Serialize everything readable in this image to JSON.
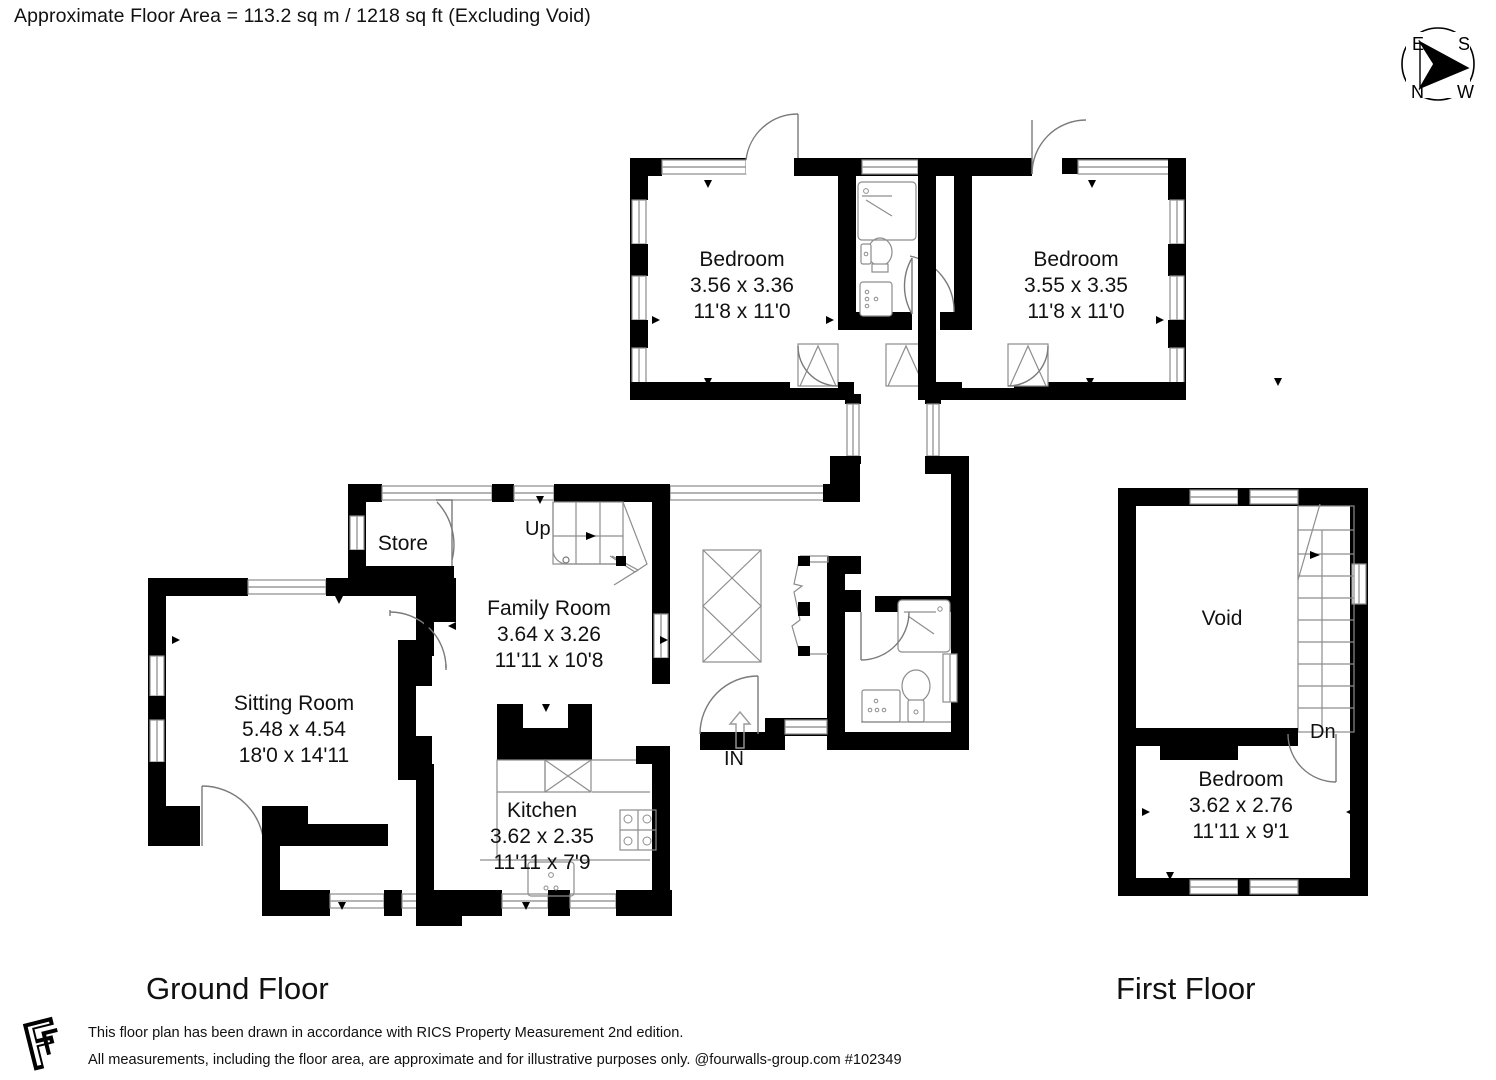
{
  "header": {
    "area_note": "Approximate Floor Area = 113.2 sq m / 1218 sq ft (Excluding Void)"
  },
  "compass": {
    "name": "compass-rose",
    "labels": {
      "top_left": "E",
      "top_right": "S",
      "bottom_left": "N",
      "bottom_right": "W"
    }
  },
  "floors": [
    {
      "id": "ground",
      "label": "Ground Floor"
    },
    {
      "id": "first",
      "label": "First Floor"
    }
  ],
  "rooms": [
    {
      "id": "bedroom-1",
      "floor": "ground",
      "name": "Bedroom",
      "metric": "3.56 x 3.36",
      "imperial": "11'8 x 11'0"
    },
    {
      "id": "bedroom-2",
      "floor": "ground",
      "name": "Bedroom",
      "metric": "3.55 x 3.35",
      "imperial": "11'8 x 11'0"
    },
    {
      "id": "store",
      "floor": "ground",
      "name": "Store",
      "metric": "",
      "imperial": ""
    },
    {
      "id": "family-room",
      "floor": "ground",
      "name": "Family Room",
      "metric": "3.64 x 3.26",
      "imperial": "11'11 x 10'8"
    },
    {
      "id": "sitting-room",
      "floor": "ground",
      "name": "Sitting Room",
      "metric": "5.48 x 4.54",
      "imperial": "18'0 x 14'11"
    },
    {
      "id": "kitchen",
      "floor": "ground",
      "name": "Kitchen",
      "metric": "3.62 x 2.35",
      "imperial": "11'11 x 7'9"
    },
    {
      "id": "void",
      "floor": "first",
      "name": "Void",
      "metric": "",
      "imperial": ""
    },
    {
      "id": "bedroom-3",
      "floor": "first",
      "name": "Bedroom",
      "metric": "3.62 x 2.76",
      "imperial": "11'11 x 9'1"
    }
  ],
  "markers": {
    "stairs_up": "Up",
    "stairs_down": "Dn",
    "entrance": "IN"
  },
  "footer": {
    "line1": "This floor plan has been drawn in accordance with RICS Property Measurement 2nd edition.",
    "line2": "All measurements, including the floor area, are approximate and for illustrative purposes only. @fourwalls-group.com #102349",
    "logo_name": "fourwalls-logo"
  },
  "colors": {
    "wall": "#000000",
    "background": "#ffffff",
    "thin_line": "#9a9a9a",
    "text": "#111111"
  }
}
